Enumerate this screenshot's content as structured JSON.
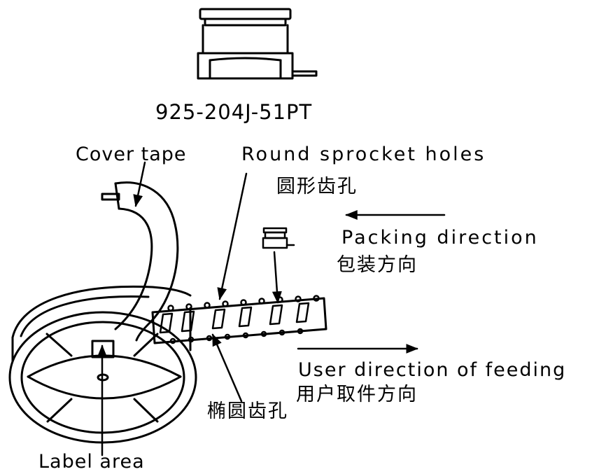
{
  "part_number": "925-204J-51PT",
  "labels": {
    "cover_tape": "Cover tape",
    "round_holes_en": "Round sprocket holes",
    "round_holes_cn": "圆形齿孔",
    "packing_en": "Packing direction",
    "packing_cn": "包装方向",
    "user_feed_en": "User direction of feeding",
    "user_feed_cn": "用户取件方向",
    "elliptical_cn": "椭圆齿孔",
    "label_area": "Label area"
  }
}
